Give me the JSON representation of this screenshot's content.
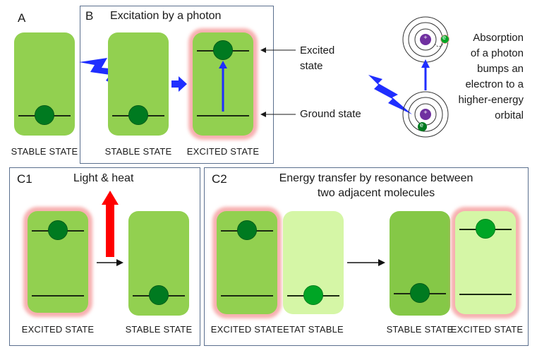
{
  "panels": {
    "a": {
      "letter": "A"
    },
    "b": {
      "letter": "B",
      "title": "Excitation by a photon"
    },
    "c1": {
      "letter": "C1",
      "title": "Light & heat"
    },
    "c2": {
      "letter": "C2",
      "title_line1": "Energy transfer by resonance between",
      "title_line2": "two adjacent molecules"
    }
  },
  "captions": {
    "a_stable": "STABLE STATE",
    "b_stable": "STABLE STATE",
    "b_excited": "EXCITED STATE",
    "c1_excited": "EXCITED STATE",
    "c1_stable": "STABLE STATE",
    "c2_excited_left": "EXCITED STATE",
    "c2_etat_stable": "ETAT STABLE",
    "c2_stable": "STABLE STATE",
    "c2_excited_right": "EXCITED STATE"
  },
  "annotations": {
    "excited_line1": "Excited",
    "excited_line2": "state",
    "ground": "Ground state"
  },
  "absorption": {
    "line1": "Absorption",
    "line2": "of a photon",
    "line3": "bumps an",
    "line4": "electron to a",
    "line5": "higher-energy",
    "line6": "orbital",
    "nucleus_symbol": "+",
    "electron_symbol": "e"
  },
  "colors": {
    "panel_border": "#5a6f8e",
    "state_green": "#92d050",
    "state_light_green": "#d5f6a6",
    "electron_green": "#007a20",
    "excited_glow": "#f49696",
    "photon_blue": "#1f2eff",
    "heat_arrow_red": "#ff0000",
    "nucleus_purple": "#7030a0"
  },
  "icons": {
    "photon": "lightning-bolt-icon",
    "transition": "arrow-icon",
    "atom": "atom-orbit-icon"
  }
}
